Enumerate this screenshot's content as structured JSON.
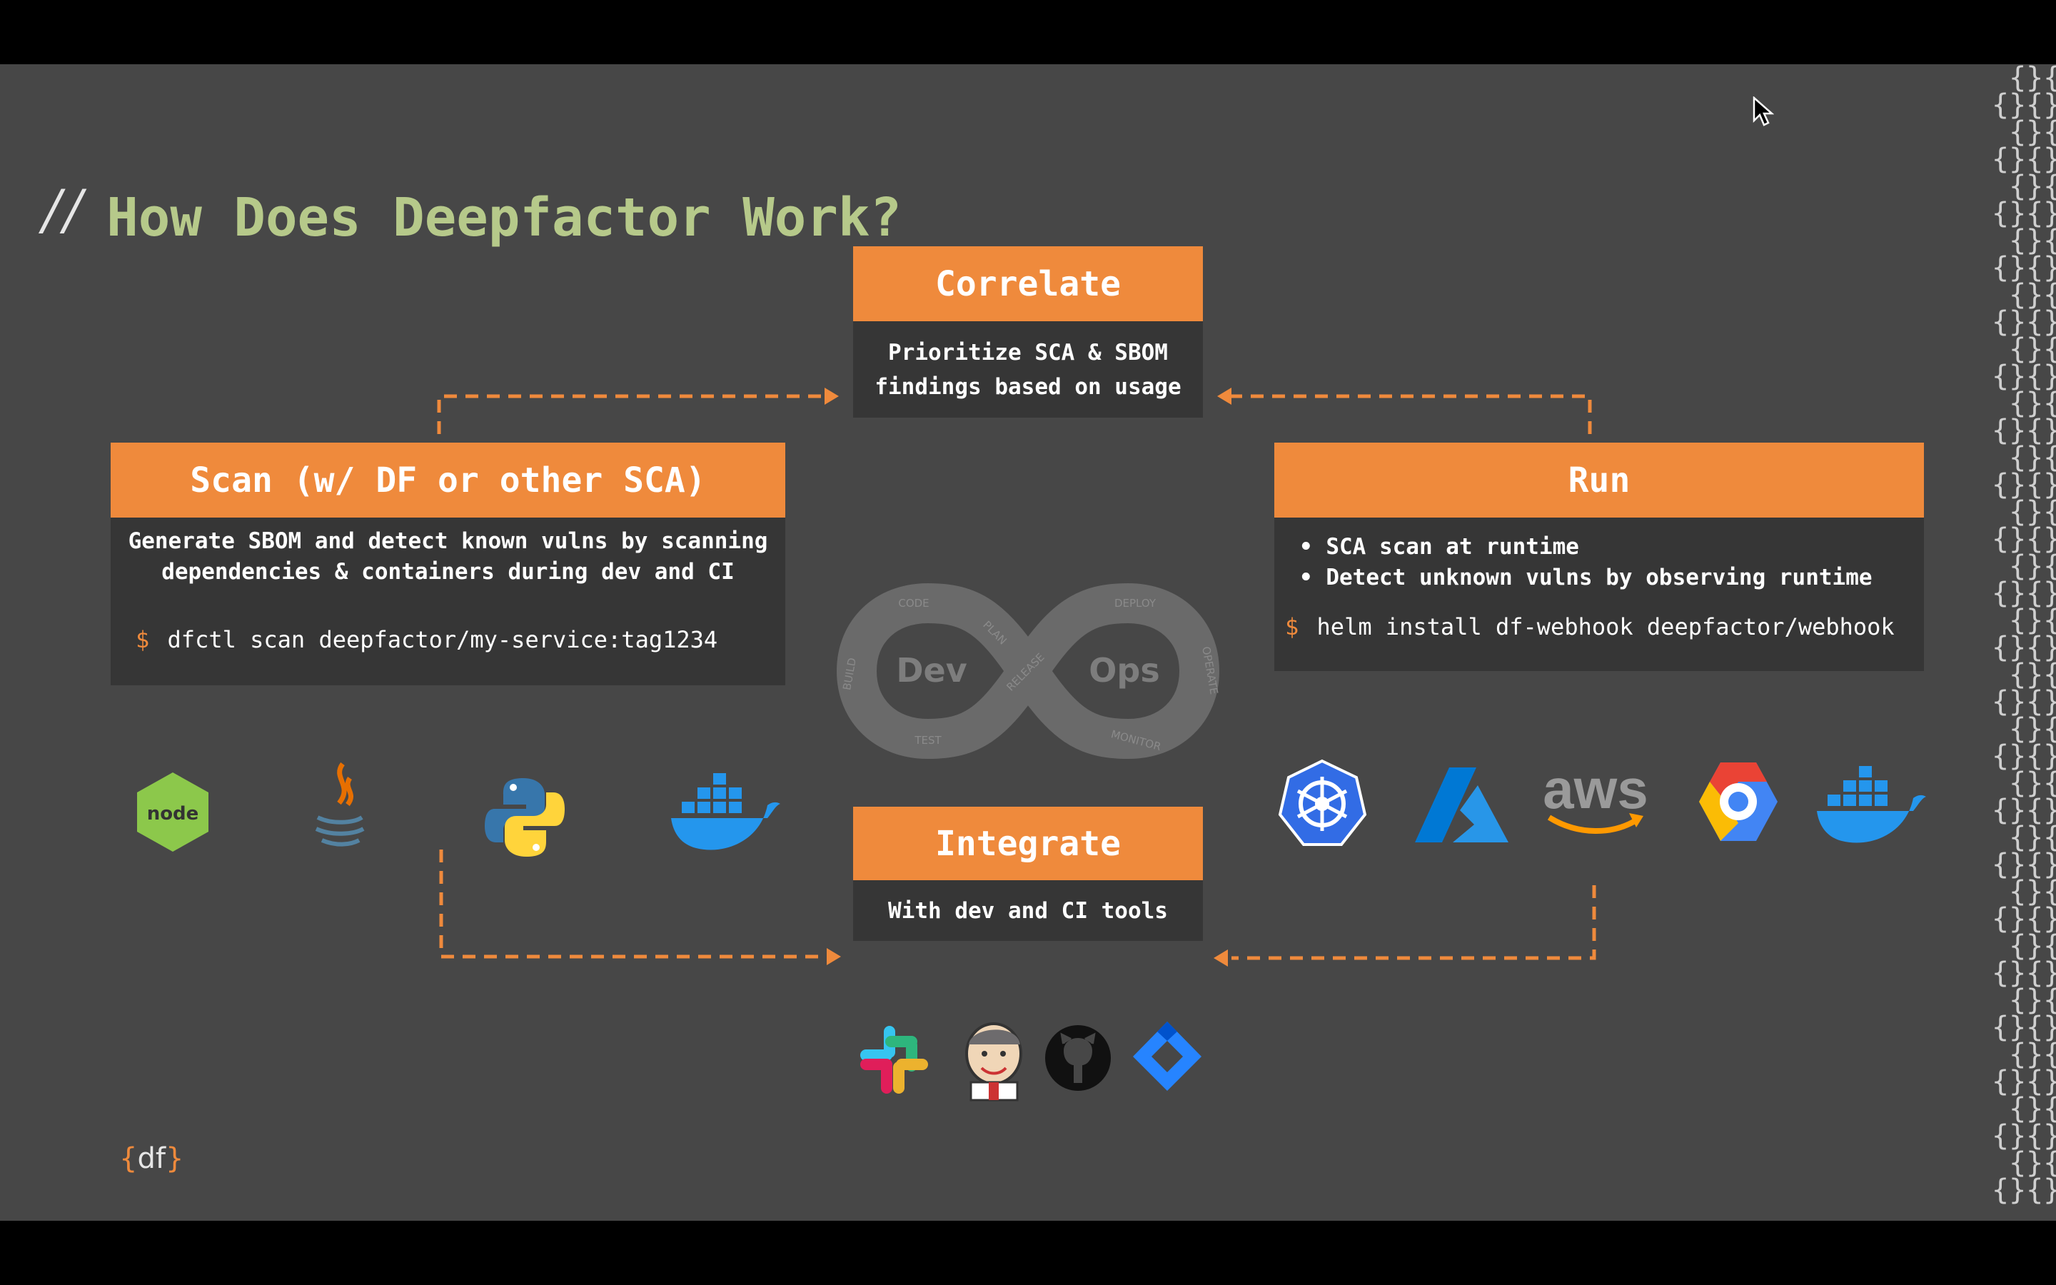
{
  "slide": {
    "title_prefix": "//",
    "title": "How Does Deepfactor Work?"
  },
  "correlate": {
    "title": "Correlate",
    "body_lines": [
      "Prioritize SCA & SBOM",
      "findings based on usage"
    ]
  },
  "scan": {
    "title": "Scan (w/ DF or other SCA)",
    "body_lines": [
      "Generate SBOM and detect known vulns by scanning",
      "dependencies & containers during dev and CI"
    ],
    "prompt": "$",
    "command": "dfctl scan deepfactor/my-service:tag1234",
    "icons": [
      "nodejs-icon",
      "java-icon",
      "python-icon",
      "docker-icon"
    ]
  },
  "run": {
    "title": "Run",
    "bullets": [
      "SCA scan at runtime",
      "Detect unknown vulns by observing runtime"
    ],
    "prompt": "$",
    "command": "helm install df-webhook deepfactor/webhook",
    "icons": [
      "kubernetes-icon",
      "azure-icon",
      "aws-icon",
      "google-cloud-icon",
      "docker-icon"
    ],
    "aws_text": "aws"
  },
  "integrate": {
    "title": "Integrate",
    "body": "With dev and CI tools",
    "icons": [
      "slack-icon",
      "jenkins-icon",
      "github-icon",
      "jira-icon"
    ]
  },
  "devops": {
    "dev": "Dev",
    "ops": "Ops",
    "labels": [
      "CODE",
      "PLAN",
      "BUILD",
      "TEST",
      "RELEASE",
      "DEPLOY",
      "OPERATE",
      "MONITOR"
    ]
  },
  "logo": {
    "open": "{",
    "text": "df",
    "close": "}"
  },
  "colors": {
    "accent": "#ef8a3c",
    "title": "#b6c98a",
    "background": "#474747",
    "panel": "#363636"
  }
}
